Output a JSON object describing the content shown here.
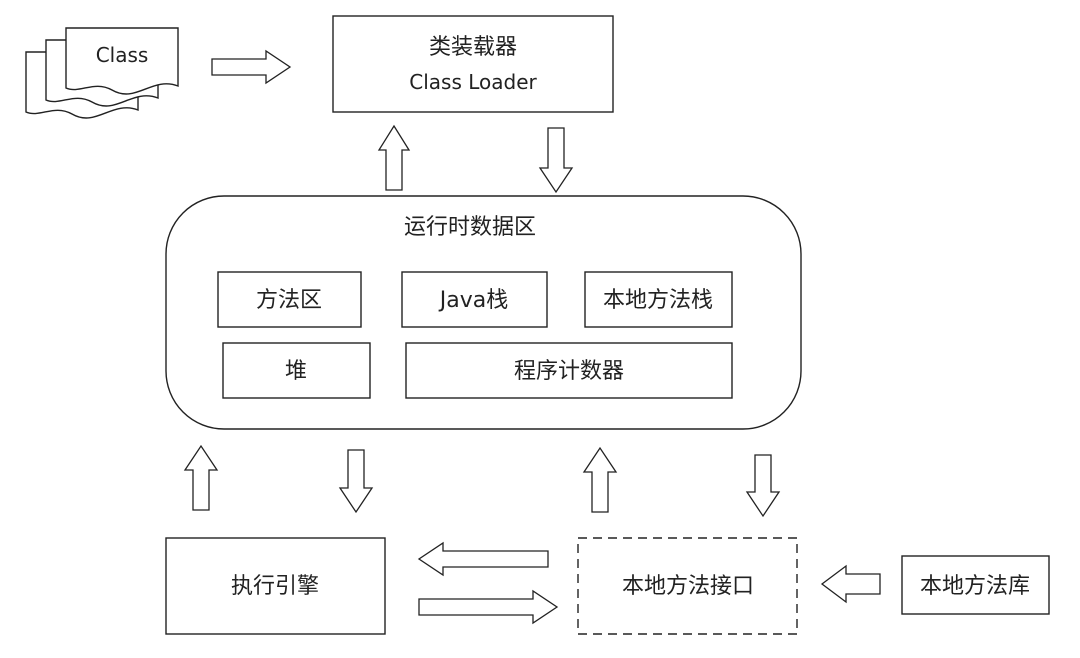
{
  "class_files": {
    "label": "Class"
  },
  "class_loader": {
    "title_cn": "类装载器",
    "title_en": "Class Loader"
  },
  "runtime_data_area": {
    "title": "运行时数据区",
    "method_area": "方法区",
    "java_stack": "Java栈",
    "native_method_stack": "本地方法栈",
    "heap": "堆",
    "program_counter": "程序计数器"
  },
  "execution_engine": {
    "label": "执行引擎"
  },
  "native_interface": {
    "label": "本地方法接口"
  },
  "native_library": {
    "label": "本地方法库"
  }
}
